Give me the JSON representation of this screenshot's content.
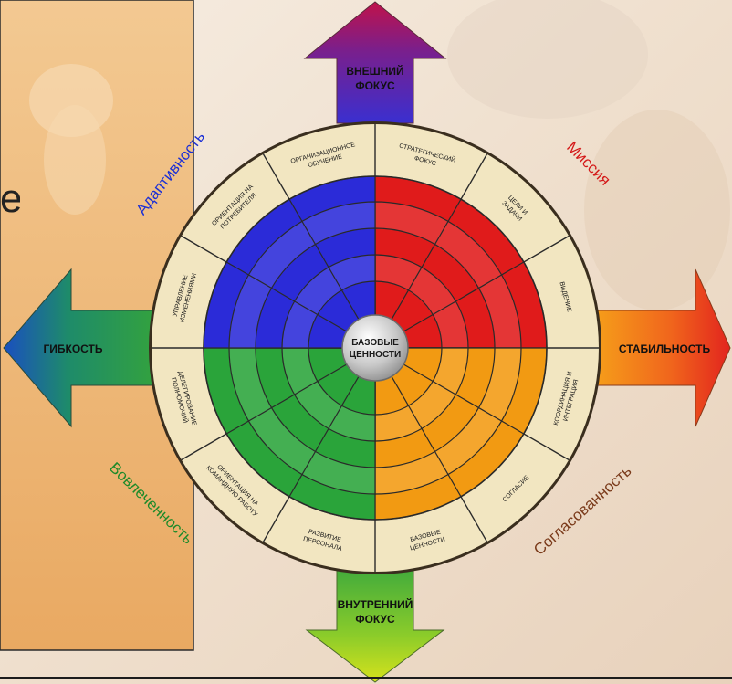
{
  "slide": {
    "left_edge_letter": "е"
  },
  "diagram": {
    "axes": {
      "top_line1": "ВНЕШНИЙ",
      "top_line2": "ФОКУС",
      "bottom_line1": "ВНУТРЕННИЙ",
      "bottom_line2": "ФОКУС",
      "left": "ГИБКОСТЬ",
      "right": "СТАБИЛЬНОСТЬ"
    },
    "quadrants": {
      "top_left": "Адаптивность",
      "top_right": "Миссия",
      "bottom_left": "Вовлеченность",
      "bottom_right": "Согласованность"
    },
    "center_line1": "БАЗОВЫЕ",
    "center_line2": "ЦЕННОСТИ",
    "segments": [
      {
        "line1": "СТРАТЕГИЧЕСКИЙ",
        "line2": "ФОКУС"
      },
      {
        "line1": "ЦЕЛИ И",
        "line2": "ЗАДАЧИ"
      },
      {
        "line1": "ВИДЕНИЕ",
        "line2": ""
      },
      {
        "line1": "КООРДИНАЦИЯ И",
        "line2": "ИНТЕГРАЦИЯ"
      },
      {
        "line1": "СОГЛАСИЕ",
        "line2": ""
      },
      {
        "line1": "БАЗОВЫЕ",
        "line2": "ЦЕННОСТИ"
      },
      {
        "line1": "РАЗВИТИЕ",
        "line2": "ПЕРСОНАЛА"
      },
      {
        "line1": "ОРИЕНТАЦИЯ НА",
        "line2": "КОМАНДНУЮ РАБОТУ"
      },
      {
        "line1": "ДЕЛЕГИРОВАНИЕ",
        "line2": "ПОЛНОМОЧИЙ"
      },
      {
        "line1": "УПРАВЛЕНИЕ",
        "line2": "ИЗМЕНЕНИЯМИ"
      },
      {
        "line1": "ОРИЕНТАЦИЯ НА",
        "line2": "ПОТРЕБИТЕЛЯ"
      },
      {
        "line1": "ОРГАНИЗАЦИОННОЕ",
        "line2": "ОБУЧЕНИЕ"
      }
    ],
    "colors": {
      "blue": "#2b2bd8",
      "red": "#e01b1b",
      "green": "#2aa43a",
      "orange": "#f29a12",
      "ring": "#f3e7c2",
      "quadrant_mission": "#d41818",
      "quadrant_adaptivity": "#1b2fd6",
      "quadrant_involvement": "#1e8a2a",
      "quadrant_consistency": "#7a3a1a"
    }
  }
}
